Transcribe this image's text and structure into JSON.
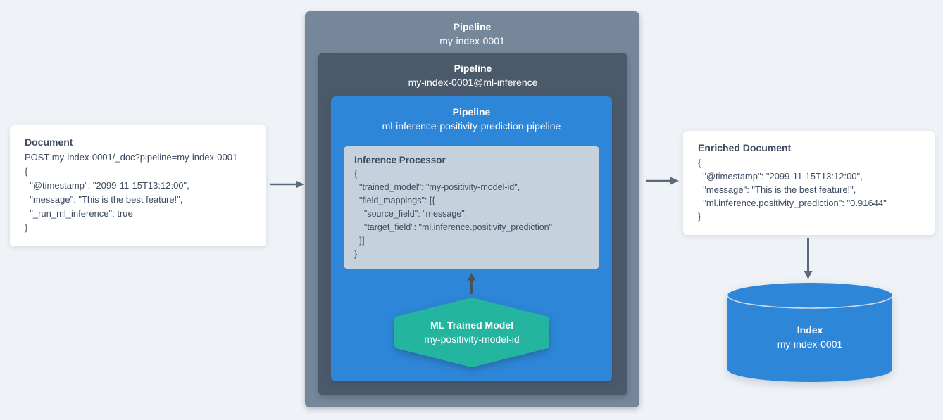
{
  "colors": {
    "background": "#eff3f7",
    "card_background": "#ffffff",
    "card_text": "#3c4b60",
    "pipeline_outer": "#76879b",
    "pipeline_middle": "#4b5a6b",
    "pipeline_inner": "#2e86d8",
    "processor_panel": "#c5d1dc",
    "ml_model_green": "#24b5a1",
    "index_blue": "#2e86d8",
    "arrow_gray": "#5a6a7b",
    "arrow_dark": "#47525f",
    "white_text": "#ffffff"
  },
  "document_card": {
    "title": "Document",
    "lines": [
      "POST my-index-0001/_doc?pipeline=my-index-0001",
      "{",
      "  \"@timestamp\": \"2099-11-15T13:12:00\",",
      "  \"message\": \"This is the best feature!\",",
      "  \"_run_ml_inference\": true",
      "}"
    ]
  },
  "pipeline_outer": {
    "title": "Pipeline",
    "name": "my-index-0001"
  },
  "pipeline_middle": {
    "title": "Pipeline",
    "name": "my-index-0001@ml-inference"
  },
  "pipeline_inner": {
    "title": "Pipeline",
    "name": "ml-inference-positivity-prediction-pipeline"
  },
  "inference_processor": {
    "title": "Inference Processor",
    "lines": [
      "{",
      "  \"trained_model\": \"my-positivity-model-id\",",
      "  \"field_mappings\": [{",
      "    \"source_field\": \"message\",",
      "    \"target_field\": \"ml.inference.positivity_prediction\"",
      "  }]",
      "}"
    ]
  },
  "ml_trained_model": {
    "title": "ML Trained Model",
    "name": "my-positivity-model-id"
  },
  "enriched_card": {
    "title": "Enriched Document",
    "lines": [
      "{",
      "  \"@timestamp\": \"2099-11-15T13:12:00\",",
      "  \"message\": \"This is the best feature!\",",
      "  \"ml.inference.positivity_prediction\": \"0.91644\"",
      "}"
    ]
  },
  "index_cylinder": {
    "title": "Index",
    "name": "my-index-0001"
  },
  "icons": {
    "flow_arrow_left": "right-arrow-icon",
    "flow_arrow_right": "right-arrow-icon",
    "flow_arrow_down": "down-arrow-icon",
    "model_arrow_up": "up-arrow-icon"
  }
}
